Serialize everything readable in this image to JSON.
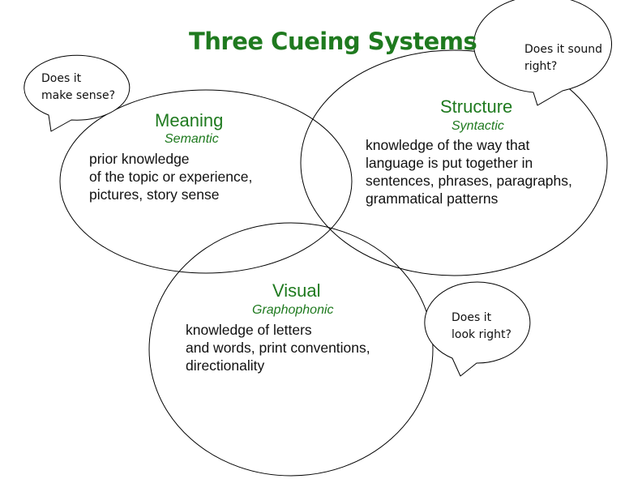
{
  "colors": {
    "accent": "#1f7a1f",
    "stroke": "#000000"
  },
  "title": "Three Cueing Systems",
  "circles": {
    "meaning": {
      "heading": "Meaning",
      "subheading": "Semantic",
      "description": "prior knowledge\nof the topic or experience,\npictures, story sense"
    },
    "structure": {
      "heading": "Structure",
      "subheading": "Syntactic",
      "description": "knowledge of the way that\nlanguage is put together in\nsentences, phrases, paragraphs,\ngrammatical patterns"
    },
    "visual": {
      "heading": "Visual",
      "subheading": "Graphophonic",
      "description": "knowledge of letters\nand words, print conventions,\ndirectionality"
    }
  },
  "bubbles": {
    "sense": "Does it\nmake sense?",
    "sound": "Does it sound\nright?",
    "look": "Does it\nlook right?"
  }
}
